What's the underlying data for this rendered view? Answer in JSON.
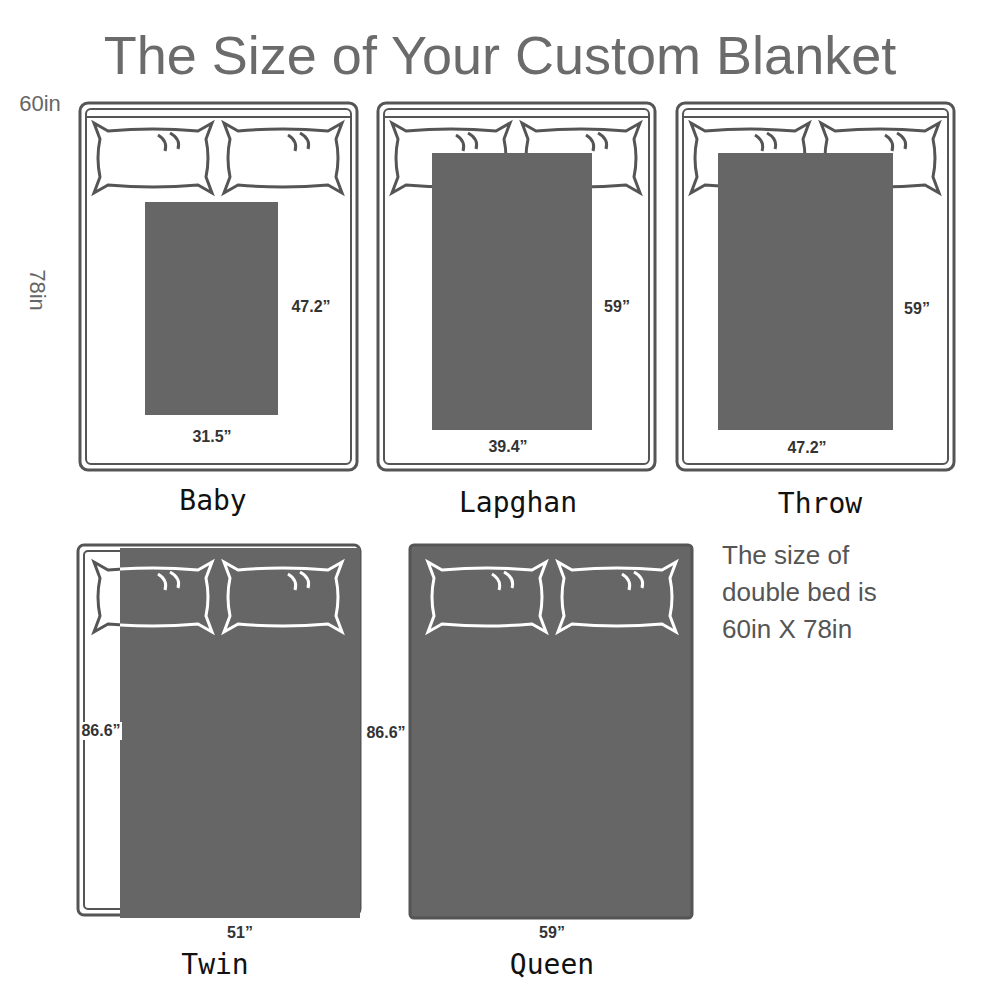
{
  "diagram": {
    "title": "The Size of Your Custom Blanket",
    "labels": [
      "60in",
      "78in",
      "47.2”",
      "59”",
      "59”",
      "31.5”",
      "39.4”",
      "47.2”",
      "Baby",
      "Lapghan",
      "Throw",
      "86.6”",
      "86.6”",
      "The size of double bed is 60in X 78in",
      "51”",
      "59”",
      "Twin",
      "Queen"
    ]
  }
}
